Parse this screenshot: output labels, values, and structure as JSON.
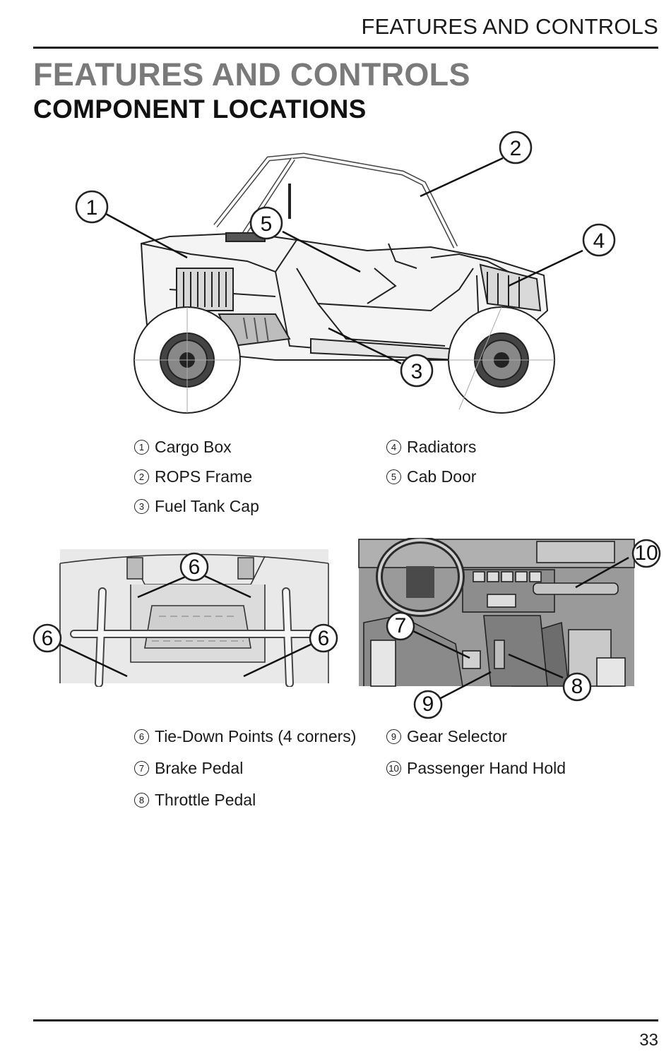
{
  "header": {
    "running_title": "FEATURES AND CONTROLS"
  },
  "section": {
    "title": "FEATURES AND CONTROLS",
    "subtitle": "COMPONENT LOCATIONS"
  },
  "figure1": {
    "callouts": [
      "1",
      "2",
      "3",
      "4",
      "5"
    ]
  },
  "legend1": {
    "items": [
      {
        "num": "1",
        "label": "Cargo Box"
      },
      {
        "num": "2",
        "label": "ROPS Frame"
      },
      {
        "num": "3",
        "label": "Fuel Tank Cap"
      },
      {
        "num": "4",
        "label": "Radiators"
      },
      {
        "num": "5",
        "label": "Cab Door"
      }
    ]
  },
  "figure2": {
    "callouts": [
      "6",
      "6",
      "6"
    ]
  },
  "figure3": {
    "callouts": [
      "7",
      "8",
      "9",
      "10"
    ]
  },
  "legend2": {
    "items": [
      {
        "num": "6",
        "label": "Tie-Down Points (4 corners)"
      },
      {
        "num": "7",
        "label": "Brake Pedal"
      },
      {
        "num": "8",
        "label": "Throttle Pedal"
      },
      {
        "num": "9",
        "label": "Gear Selector"
      },
      {
        "num": "10",
        "label": "Passenger Hand Hold"
      }
    ]
  },
  "footer": {
    "page_number": "33"
  }
}
